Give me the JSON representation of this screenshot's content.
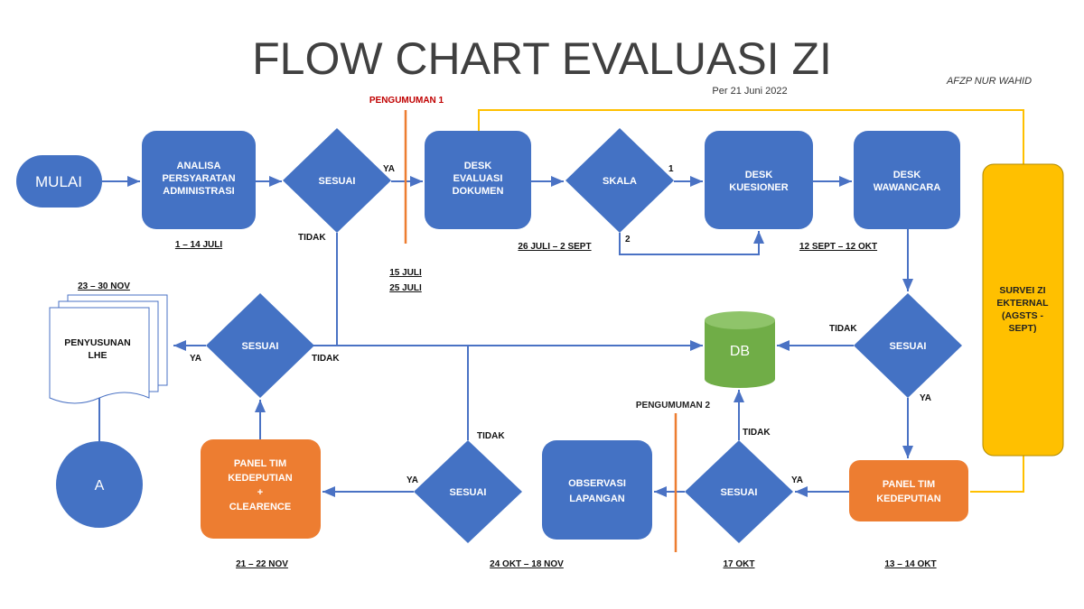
{
  "title": "FLOW CHART EVALUASI ZI",
  "subtitle": "Per 21 Juni 2022",
  "signature": "AFZP NUR WAHID",
  "colors": {
    "blue": "#4472c4",
    "orange": "#ed7d31",
    "green": "#70ad47",
    "yellow": "#ffc000",
    "announce": "#c00000"
  },
  "nodes": {
    "mulai": "MULAI",
    "analisa": [
      "ANALISA",
      "PERSYARATAN",
      "ADMINISTRASI"
    ],
    "sesuai1": "SESUAI",
    "desk_eval": [
      "DESK",
      "EVALUASI",
      "DOKUMEN"
    ],
    "skala": "SKALA",
    "desk_kuesioner": [
      "DESK",
      "KUESIONER"
    ],
    "desk_wawancara": [
      "DESK",
      "WAWANCARA"
    ],
    "survei": [
      "SURVEI ZI",
      "EKTERNAL",
      "(AGSTS -",
      "SEPT)"
    ],
    "sesuai_right": "SESUAI",
    "db": "DB",
    "sesuai_left": "SESUAI",
    "lhe": [
      "PENYUSUNAN",
      "LHE"
    ],
    "a": "A",
    "panel_clearence": [
      "PANEL TIM",
      "KEDEPUTIAN",
      "+",
      "CLEARENCE"
    ],
    "sesuai_bottom1": "SESUAI",
    "observasi": [
      "OBSERVASI",
      "LAPANGAN"
    ],
    "sesuai_bottom2": "SESUAI",
    "panel_tim": [
      "PANEL TIM",
      "KEDEPUTIAN"
    ]
  },
  "announcements": [
    "PENGUMUMAN 1",
    "PENGUMUMAN 2"
  ],
  "dates": {
    "analisa": "1 – 14 JULI",
    "p1a": "15 JULI",
    "p1b": "25 JULI",
    "desk_eval": "26 JULI – 2 SEPT",
    "wawancara": "12 SEPT – 12 OKT",
    "lhe": "23 – 30 NOV",
    "clearence": "21 – 22 NOV",
    "observasi": "24 OKT – 18 NOV",
    "sesuai2": "17 OKT",
    "panel": "13 – 14 OKT"
  },
  "edge_labels": {
    "ya1": "YA",
    "tidak1": "TIDAK",
    "skala1": "1",
    "skala2": "2",
    "tidak_right": "TIDAK",
    "ya_right": "YA",
    "ya_left": "YA",
    "tidak_left": "TIDAK",
    "tidak_b1": "TIDAK",
    "ya_b1": "YA",
    "tidak_b2": "TIDAK",
    "ya_b2": "YA"
  }
}
